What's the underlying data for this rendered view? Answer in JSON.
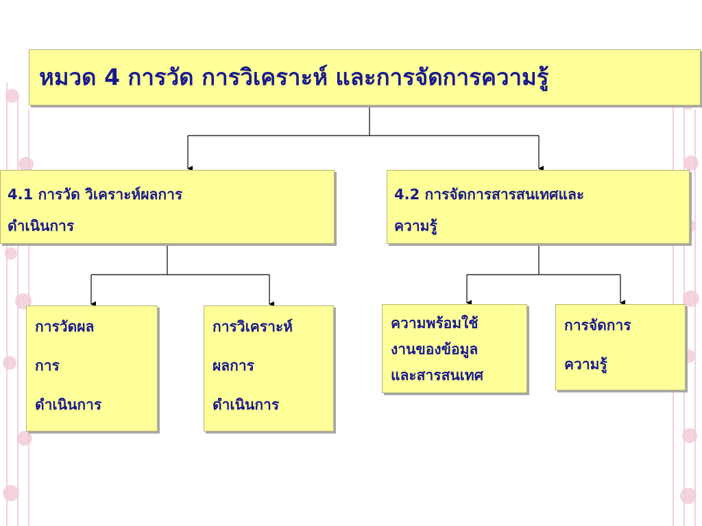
{
  "diagram": {
    "title": "หมวด 4 การวัด การวิเคราะห์ และการจัดการความรู้",
    "sections": [
      {
        "label": "4.1 การวัด วิเคราะห์ผลการ\nดำเนินการ",
        "children": [
          "การวัดผล\nการ\nดำเนินการ",
          "การวิเคราะห์\nผลการ\nดำเนินการ"
        ]
      },
      {
        "label": "4.2 การจัดการสารสนเทศและ\nความรู้",
        "children": [
          "ความพร้อมใช้\nงานของข้อมูล\nและสารสนเทศ",
          "การจัดการ\nความรู้"
        ]
      }
    ]
  },
  "colors": {
    "box_fill": "#ffff99",
    "box_text": "#1a1a8c",
    "connector": "#000000",
    "decoration": "#e8b4cc"
  }
}
